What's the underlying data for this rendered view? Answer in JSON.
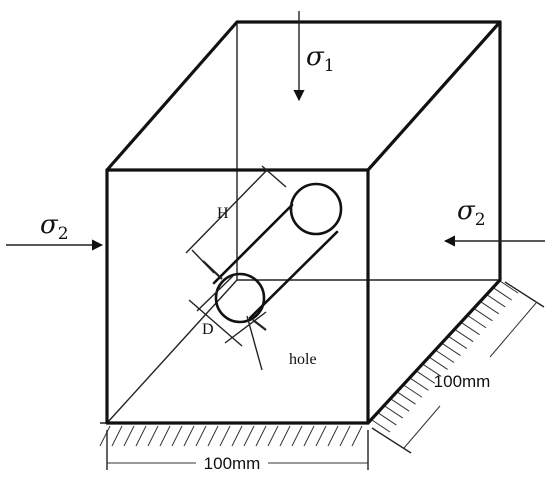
{
  "stresses": {
    "sigma1": {
      "symbol": "σ",
      "subscript": "1"
    },
    "sigma2_left": {
      "symbol": "σ",
      "subscript": "2"
    },
    "sigma2_right": {
      "symbol": "σ",
      "subscript": "2"
    }
  },
  "labels": {
    "H": "H",
    "D": "D",
    "hole": "hole",
    "bottom_width": "100mm",
    "side_depth": "100mm"
  }
}
